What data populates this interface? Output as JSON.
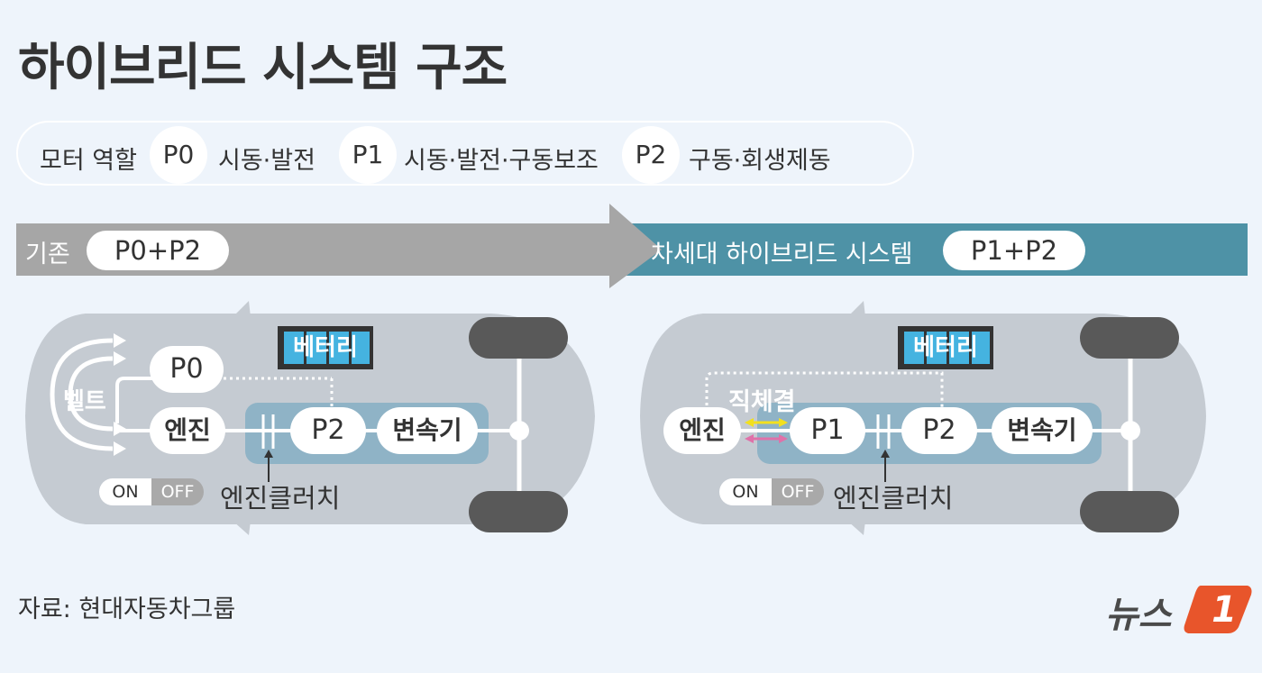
{
  "title": "하이브리드 시스템 구조",
  "legend": {
    "label": "모터 역할",
    "items": [
      {
        "code": "P0",
        "desc": "시동·발전"
      },
      {
        "code": "P1",
        "desc": "시동·발전·구동보조"
      },
      {
        "code": "P2",
        "desc": "구동·회생제동"
      }
    ]
  },
  "band_left": {
    "label": "기존",
    "pill": "P0+P2"
  },
  "band_right": {
    "label": "차세대 하이브리드 시스템",
    "pill": "P1+P2"
  },
  "left_diagram": {
    "battery": "베터리",
    "belt": "벨트",
    "p0": "P0",
    "engine": "엔진",
    "p2": "P2",
    "transmission": "변속기",
    "toggle_on": "ON",
    "toggle_off": "OFF",
    "clutch": "엔진클러치"
  },
  "right_diagram": {
    "battery": "베터리",
    "direct": "직체결",
    "engine": "엔진",
    "p1": "P1",
    "p2": "P2",
    "transmission": "변속기",
    "toggle_on": "ON",
    "toggle_off": "OFF",
    "clutch": "엔진클러치"
  },
  "source": "자료: 현대자동차그룹",
  "logo": {
    "text": "뉴스",
    "mark": "1",
    "accent": "#e8552b"
  },
  "colors": {
    "band_left": "#a6a6a6",
    "band_right": "#4e92a6",
    "car": "#c5cbd2",
    "module": "#8fb3c6",
    "battery": "#45b3e0"
  }
}
